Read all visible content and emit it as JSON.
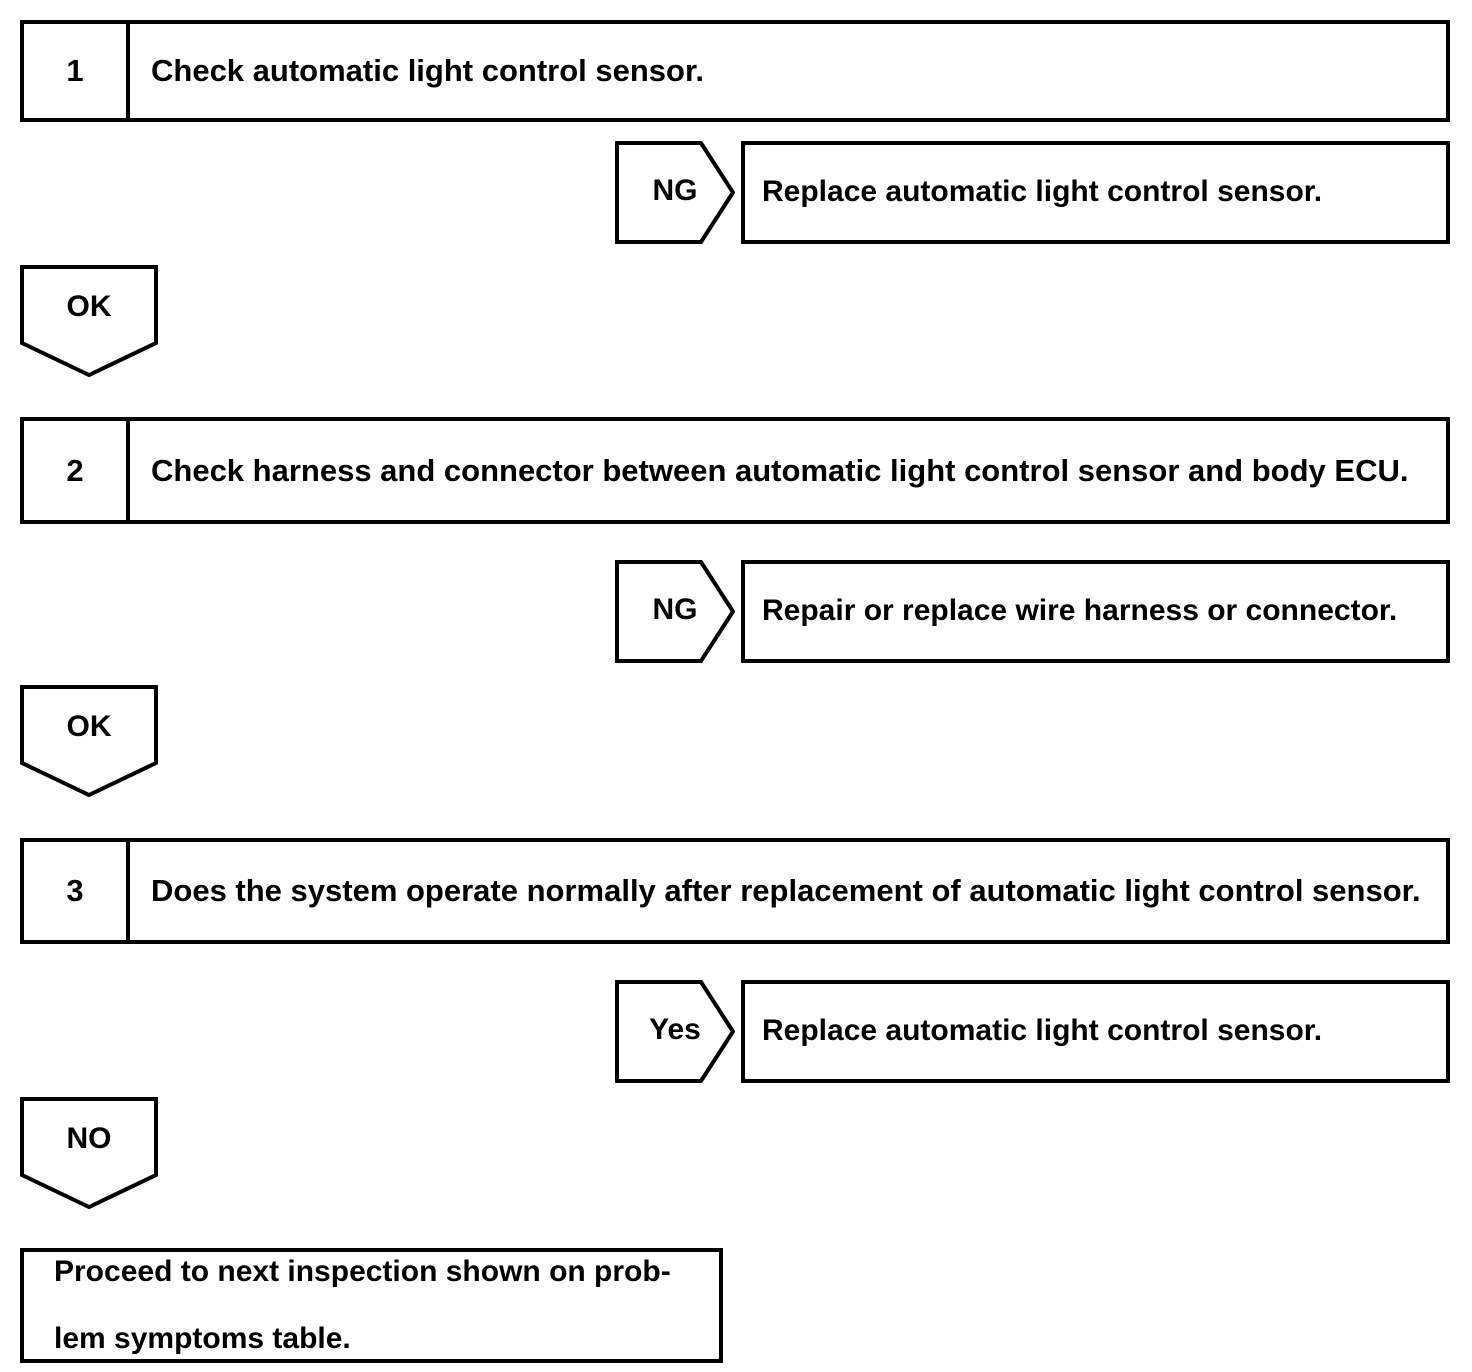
{
  "diagram": {
    "type": "troubleshooting-flowchart",
    "line_color": "#000000",
    "background_color": "#ffffff",
    "steps": [
      {
        "number": "1",
        "text": "Check automatic light control sensor.",
        "fail_label": "NG",
        "fail_action": "Replace automatic light control sensor.",
        "pass_label": "OK"
      },
      {
        "number": "2",
        "text": "Check harness and connector between automatic light control sensor and body ECU.",
        "fail_label": "NG",
        "fail_action": "Repair or replace wire harness or connector.",
        "pass_label": "OK"
      },
      {
        "number": "3",
        "text": "Does the system operate normally after replacement of automatic light control sensor.",
        "fail_label": "Yes",
        "fail_action": "Replace automatic light control sensor.",
        "pass_label": "NO"
      }
    ],
    "final": {
      "line1": "Proceed to next inspection shown on prob-",
      "line2": "lem symptoms table."
    }
  }
}
